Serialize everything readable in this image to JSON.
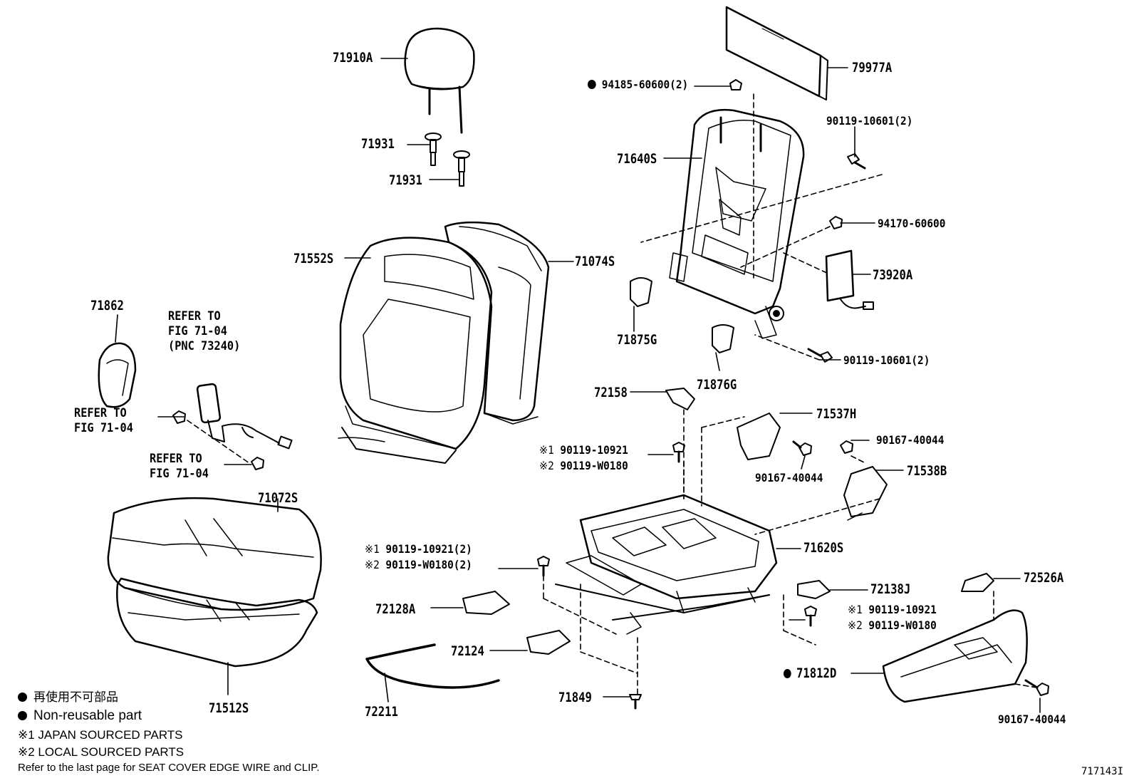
{
  "parts": [
    {
      "id": "p71910A",
      "label": "71910A",
      "nonreusable": false
    },
    {
      "id": "p79977A",
      "label": "79977A",
      "nonreusable": false
    },
    {
      "id": "p94185",
      "label": "94185-60600(2)",
      "nonreusable": true
    },
    {
      "id": "p90119a",
      "label": "90119-10601(2)",
      "nonreusable": false
    },
    {
      "id": "p71931a",
      "label": "71931",
      "nonreusable": false
    },
    {
      "id": "p71931b",
      "label": "71931",
      "nonreusable": false
    },
    {
      "id": "p71640S",
      "label": "71640S",
      "nonreusable": false
    },
    {
      "id": "p94170",
      "label": "94170-60600",
      "nonreusable": false
    },
    {
      "id": "p71552S",
      "label": "71552S",
      "nonreusable": false
    },
    {
      "id": "p71074S",
      "label": "71074S",
      "nonreusable": false
    },
    {
      "id": "p73920A",
      "label": "73920A",
      "nonreusable": false
    },
    {
      "id": "p71862",
      "label": "71862",
      "nonreusable": false
    },
    {
      "id": "p71875G",
      "label": "71875G",
      "nonreusable": false
    },
    {
      "id": "p90119b",
      "label": "90119-10601(2)",
      "nonreusable": false
    },
    {
      "id": "p71876G",
      "label": "71876G",
      "nonreusable": false
    },
    {
      "id": "p72158",
      "label": "72158",
      "nonreusable": false
    },
    {
      "id": "p71537H",
      "label": "71537H",
      "nonreusable": false
    },
    {
      "id": "p90167a",
      "label": "90167-40044",
      "nonreusable": false
    },
    {
      "id": "p90167b",
      "label": "90167-40044",
      "nonreusable": false
    },
    {
      "id": "p71538B",
      "label": "71538B",
      "nonreusable": false
    },
    {
      "id": "p71072S",
      "label": "71072S",
      "nonreusable": false
    },
    {
      "id": "p71620S",
      "label": "71620S",
      "nonreusable": false
    },
    {
      "id": "p72138J",
      "label": "72138J",
      "nonreusable": false
    },
    {
      "id": "p72526A",
      "label": "72526A",
      "nonreusable": false
    },
    {
      "id": "p72128A",
      "label": "72128A",
      "nonreusable": false
    },
    {
      "id": "p72124",
      "label": "72124",
      "nonreusable": false
    },
    {
      "id": "p71812D",
      "label": "71812D",
      "nonreusable": true
    },
    {
      "id": "p71849",
      "label": "71849",
      "nonreusable": false
    },
    {
      "id": "p72211",
      "label": "72211",
      "nonreusable": false
    },
    {
      "id": "p71512S",
      "label": "71512S",
      "nonreusable": false
    },
    {
      "id": "p90167c",
      "label": "90167-40044",
      "nonreusable": false
    }
  ],
  "mark1": "※1",
  "mark2": "※2",
  "altparts": [
    {
      "id": "a1",
      "jp": "90119-10921",
      "local": "90119-W0180"
    },
    {
      "id": "a2",
      "jp": "90119-10921(2)",
      "local": "90119-W0180(2)"
    },
    {
      "id": "a3",
      "jp": "90119-10921",
      "local": "90119-W0180"
    }
  ],
  "refs": [
    {
      "id": "r1",
      "text": "REFER TO\nFIG 71-04\n(PNC 73240)"
    },
    {
      "id": "r2",
      "text": "REFER TO\nFIG 71-04"
    },
    {
      "id": "r3",
      "text": "REFER TO\nFIG 71-04"
    }
  ],
  "legend": {
    "nonreusable_jp": "再使用不可部品",
    "nonreusable_en": "Non-reusable part",
    "note1": "※1 JAPAN SOURCED PARTS",
    "note2": "※2 LOCAL SOURCED PARTS",
    "footer": "Refer to the last page for SEAT COVER EDGE WIRE and CLIP."
  },
  "figure_number": "717143I"
}
